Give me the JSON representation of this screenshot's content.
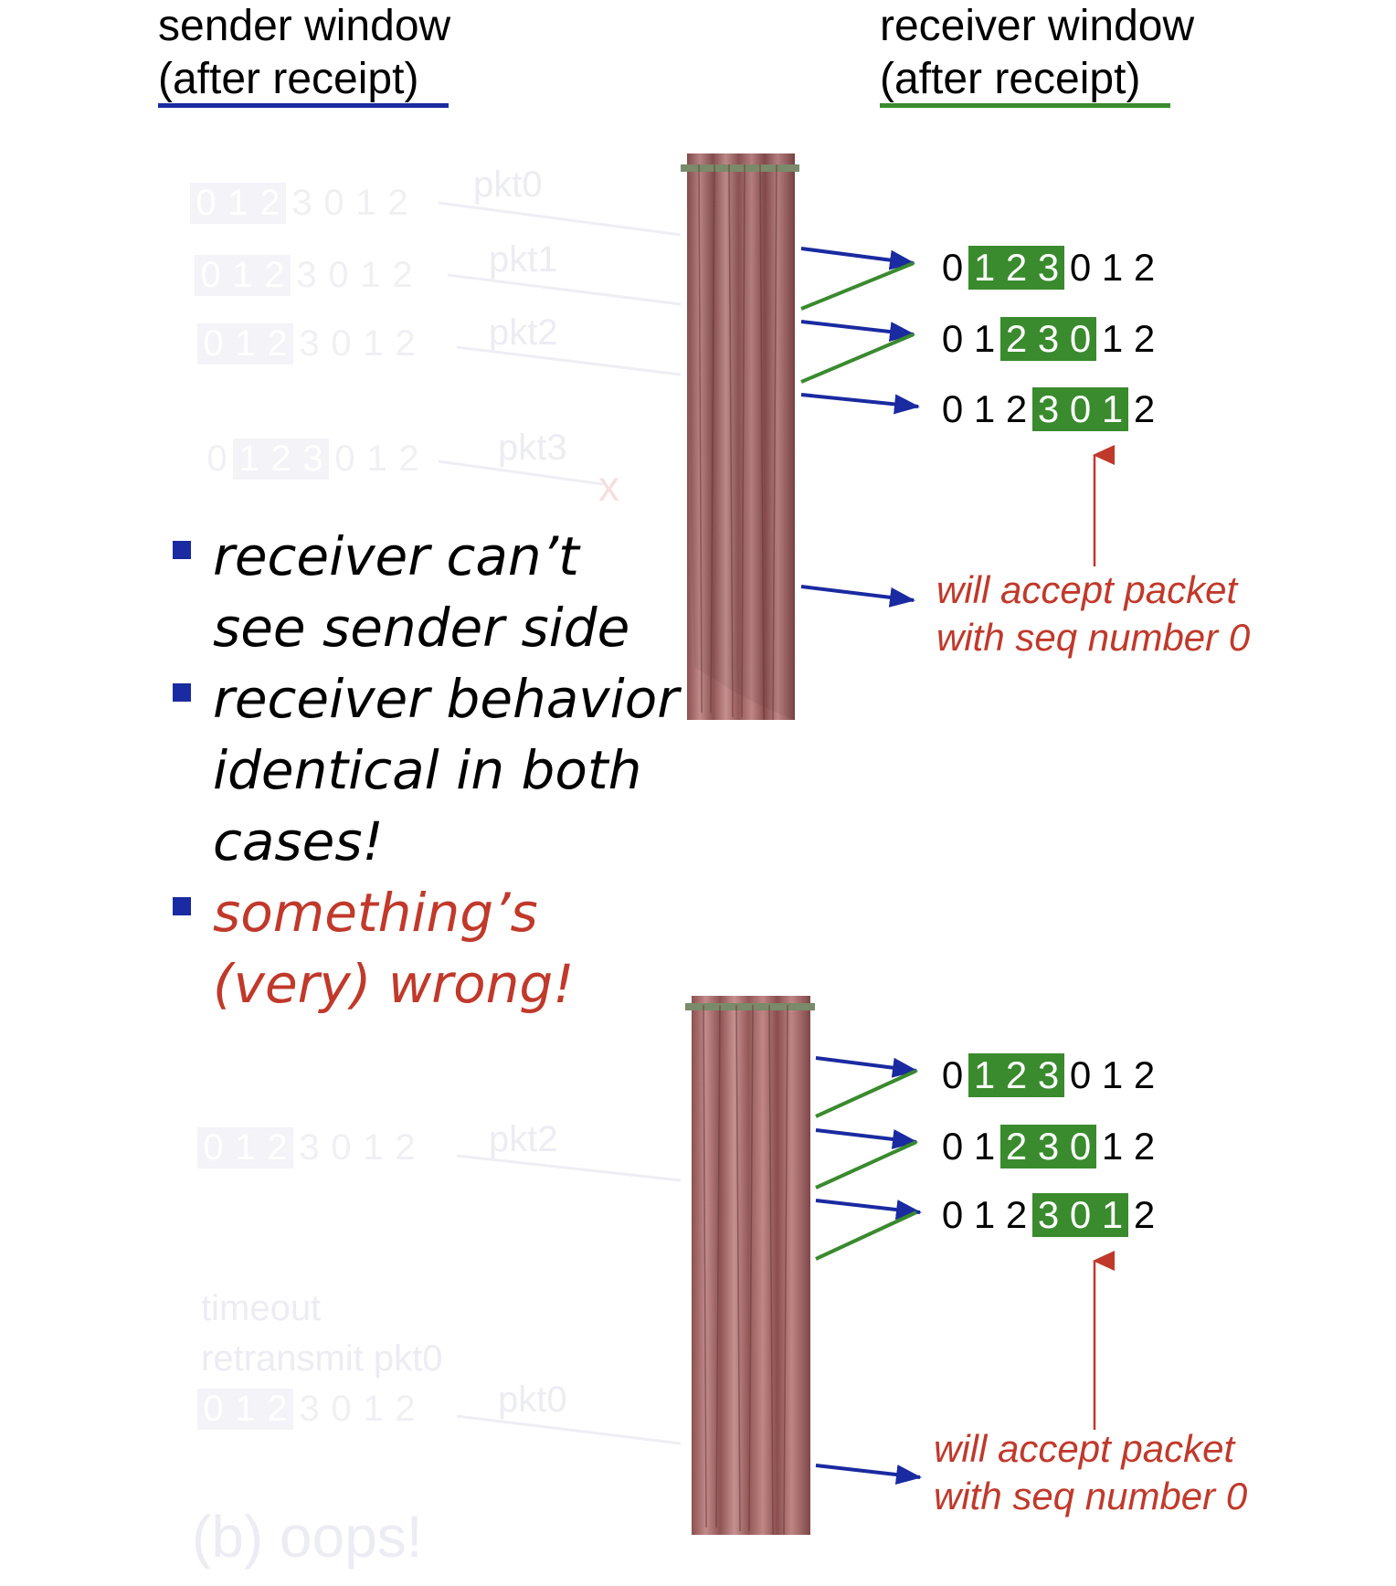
{
  "headers": {
    "sender_line1": "sender window",
    "sender_line2": "(after receipt)",
    "receiver_line1": "receiver window",
    "receiver_line2": "(after receipt)"
  },
  "colors": {
    "sender_underline": "#1a2aa0",
    "receiver_underline": "#3a8a2e",
    "window_fill": "#3a8a2e",
    "forward_arrow": "#1a2aa0",
    "ack_arrow": "#3a8a2e",
    "accent_red": "#c0392b",
    "curtain": "#a86b6b"
  },
  "faded_background": {
    "top_packets": [
      "pkt0",
      "pkt1",
      "pkt2",
      "pkt3"
    ],
    "bottom_packets": [
      "pkt2",
      "pkt0"
    ],
    "timeout_line1": "timeout",
    "timeout_line2": "retransmit pkt0",
    "loss_mark": "x",
    "caption": "(b) oops!"
  },
  "sequence": [
    "0",
    "1",
    "2",
    "3",
    "0",
    "1",
    "2"
  ],
  "top_receiver_rows": [
    {
      "window_start": 1
    },
    {
      "window_start": 2
    },
    {
      "window_start": 3
    }
  ],
  "bottom_receiver_rows": [
    {
      "window_start": 1
    },
    {
      "window_start": 2
    },
    {
      "window_start": 3
    }
  ],
  "accept_note": {
    "line1": "will accept packet",
    "line2": "with seq number 0"
  },
  "bullets": [
    {
      "text": "receiver can’t see sender side"
    },
    {
      "text": "receiver behavior identical in both cases!"
    },
    {
      "text": "something’s (very) wrong!"
    }
  ]
}
